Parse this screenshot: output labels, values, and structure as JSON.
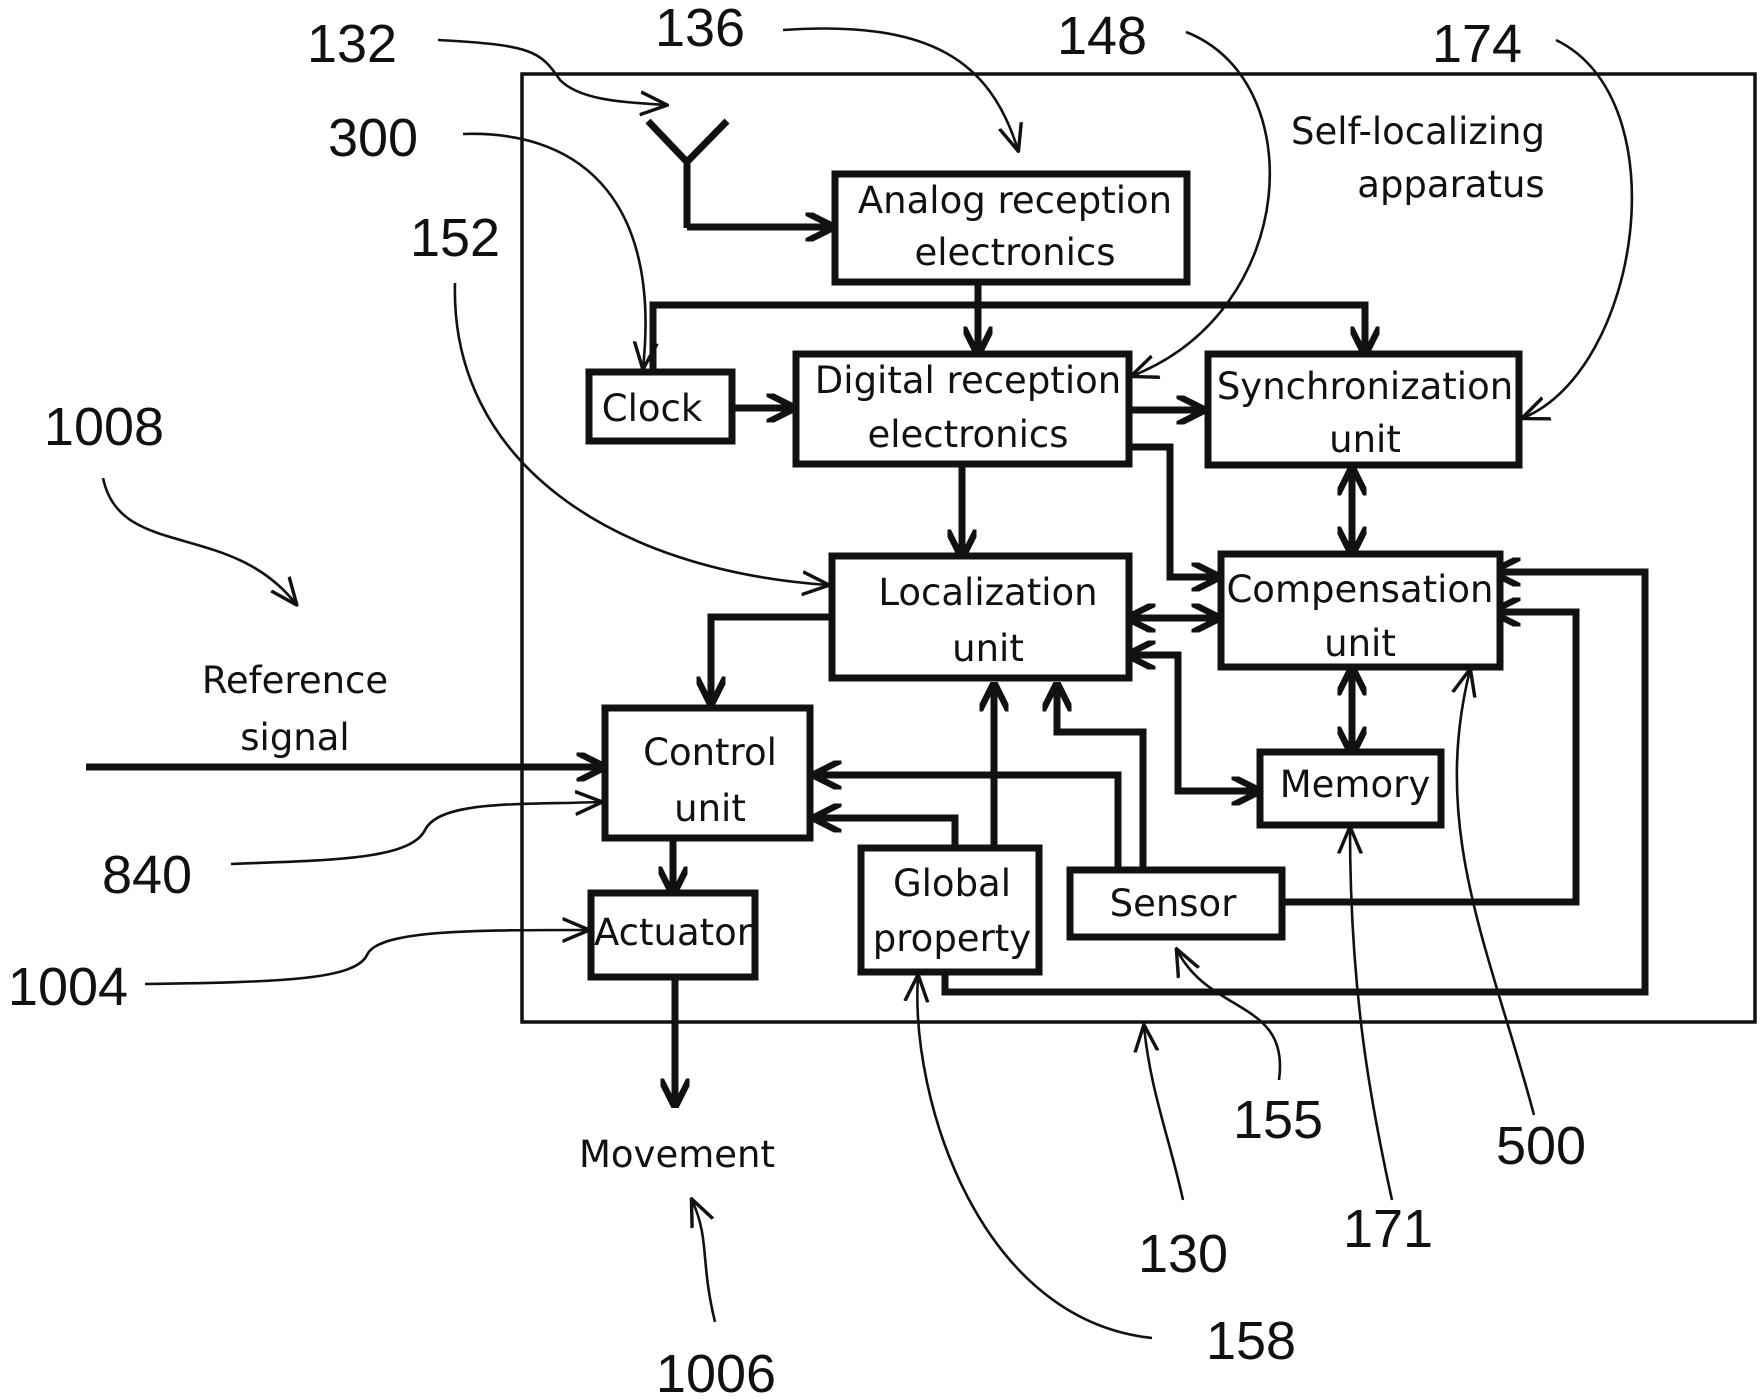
{
  "apparatus": {
    "line1": "Self-localizing",
    "line2": "apparatus"
  },
  "blocks": {
    "analog": {
      "line1": "Analog reception",
      "line2": "electronics"
    },
    "clock": {
      "line1": "Clock"
    },
    "digital": {
      "line1": "Digital reception",
      "line2": "electronics"
    },
    "sync": {
      "line1": "Synchronization",
      "line2": "unit"
    },
    "local": {
      "line1": "Localization",
      "line2": "unit"
    },
    "comp": {
      "line1": "Compensation",
      "line2": "unit"
    },
    "control": {
      "line1": "Control",
      "line2": "unit"
    },
    "memory": {
      "line1": "Memory"
    },
    "global": {
      "line1": "Global",
      "line2": "property"
    },
    "sensor": {
      "line1": "Sensor"
    },
    "actuator": {
      "line1": "Actuator"
    }
  },
  "labels": {
    "reference": {
      "line1": "Reference",
      "line2": "signal"
    },
    "movement": "Movement"
  },
  "refs": {
    "r132": "132",
    "r136": "136",
    "r148": "148",
    "r174": "174",
    "r300": "300",
    "r152": "152",
    "r1008": "1008",
    "r840": "840",
    "r1004": "1004",
    "r155": "155",
    "r500": "500",
    "r130": "130",
    "r171": "171",
    "r158": "158",
    "r1006": "1006"
  }
}
